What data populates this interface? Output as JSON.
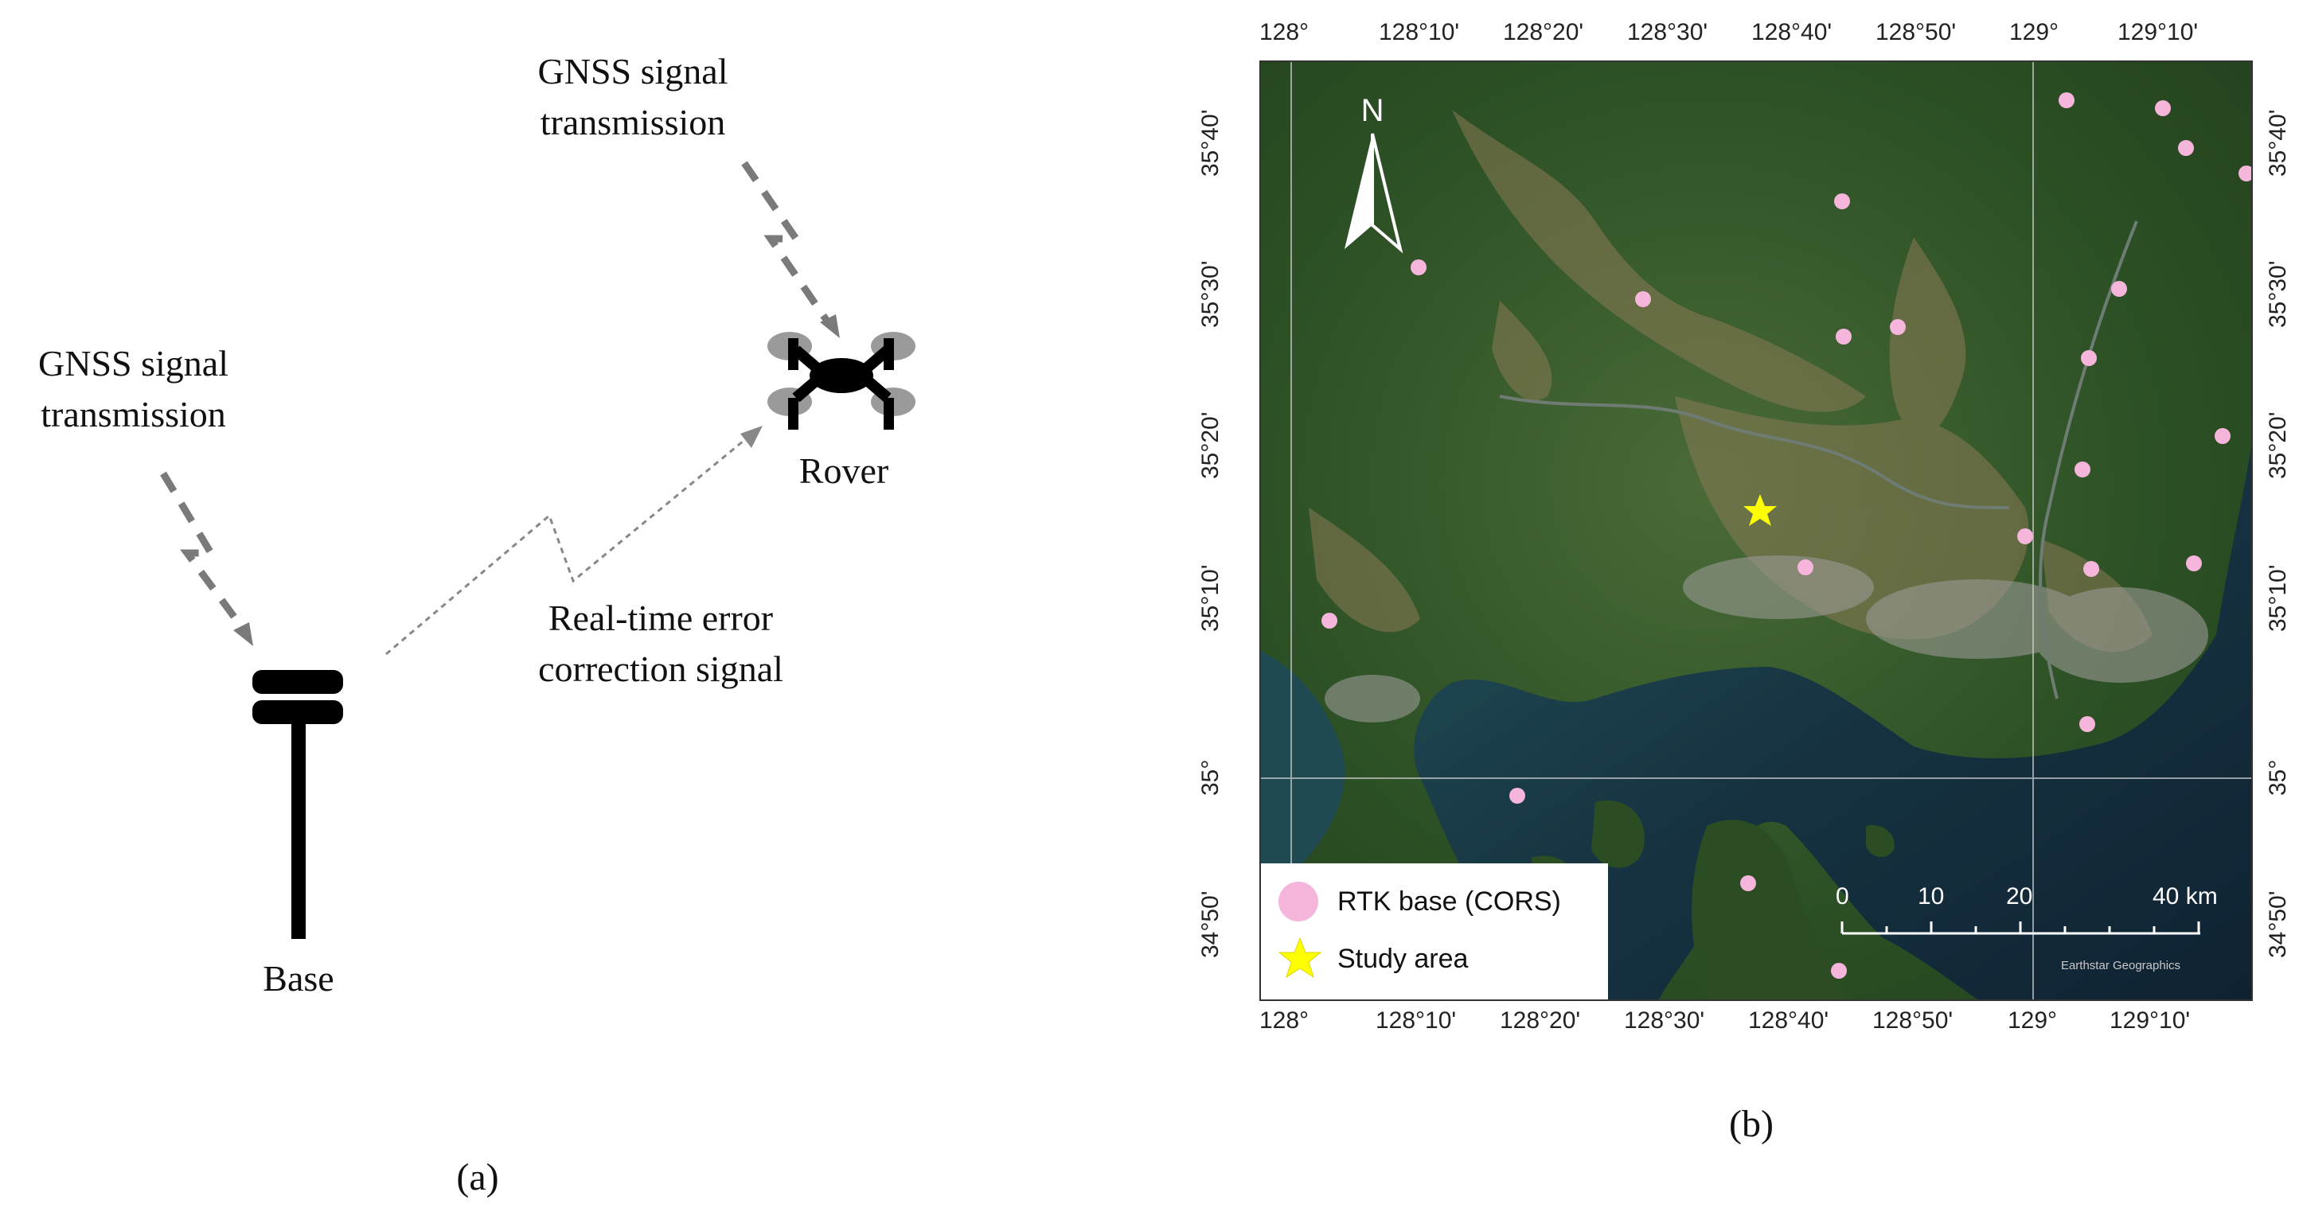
{
  "panel_a": {
    "gnss_label_top": [
      "GNSS signal",
      "transmission"
    ],
    "gnss_label_left": [
      "GNSS signal",
      "transmission"
    ],
    "rover_label": "Rover",
    "base_label": "Base",
    "correction_label": [
      "Real-time error",
      "correction signal"
    ],
    "caption": "(a)"
  },
  "panel_b": {
    "caption": "(b)",
    "lon_ticks": [
      "128°",
      "128°10'",
      "128°20'",
      "128°30'",
      "128°40'",
      "128°50'",
      "129°",
      "129°10'"
    ],
    "lat_ticks": [
      "35°40'",
      "35°30'",
      "35°20'",
      "35°10'",
      "35°",
      "34°50'"
    ],
    "north_label": "N",
    "legend": [
      {
        "label": "RTK base (CORS)",
        "symbol": "pink-circle"
      },
      {
        "label": "Study area",
        "symbol": "yellow-star"
      }
    ],
    "scale_bar": {
      "labels": [
        "0",
        "10",
        "20",
        "40 km"
      ]
    },
    "attribution": "Earthstar Geographics",
    "colors": {
      "cors": "#f6b6dc",
      "star": "#ffff00",
      "forest": "#2f5a2a",
      "sea": "#17323f"
    }
  }
}
